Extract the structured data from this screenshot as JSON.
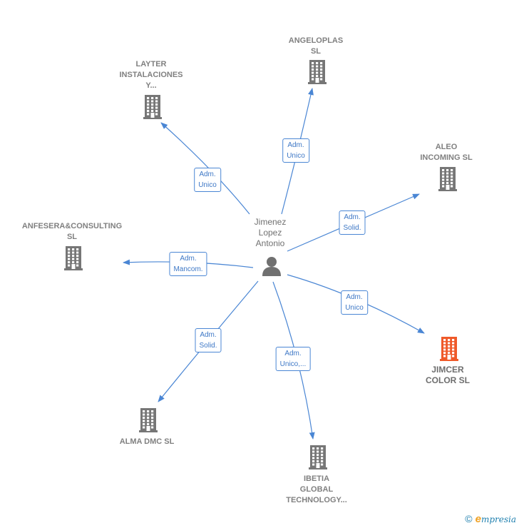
{
  "colors": {
    "edge": "#4a86d4",
    "company": "#767676",
    "highlight": "#ef5a2a",
    "person": "#707070"
  },
  "center": {
    "label": "Jimenez\nLopez\nAntonio",
    "icon": "person-icon"
  },
  "companies": [
    {
      "id": "angeloplas",
      "label": "ANGELOPLAS\nSL",
      "icon": "building-icon"
    },
    {
      "id": "layter",
      "label": "LAYTER\nINSTALACIONES\nY...",
      "icon": "building-icon"
    },
    {
      "id": "aleo",
      "label": "ALEO\nINCOMING  SL",
      "icon": "building-icon"
    },
    {
      "id": "anfesera",
      "label": "ANFESERA&CONSULTING\nSL",
      "icon": "building-icon"
    },
    {
      "id": "jimcer",
      "label": "JIMCER\nCOLOR  SL",
      "icon": "building-icon",
      "highlight": true
    },
    {
      "id": "alma",
      "label": "ALMA DMC  SL",
      "icon": "building-icon"
    },
    {
      "id": "ibetia",
      "label": "IBETIA\nGLOBAL\nTECHNOLOGY...",
      "icon": "building-icon"
    }
  ],
  "edges": [
    {
      "to": "angeloplas",
      "label": "Adm.\nUnico"
    },
    {
      "to": "layter",
      "label": "Adm.\nUnico"
    },
    {
      "to": "aleo",
      "label": "Adm.\nSolid."
    },
    {
      "to": "anfesera",
      "label": "Adm.\nMancom."
    },
    {
      "to": "jimcer",
      "label": "Adm.\nUnico"
    },
    {
      "to": "alma",
      "label": "Adm.\nSolid."
    },
    {
      "to": "ibetia",
      "label": "Adm.\nUnico,..."
    }
  ],
  "footer": {
    "copyright": "©",
    "brand_initial": "e",
    "brand_rest": "mpresia"
  }
}
